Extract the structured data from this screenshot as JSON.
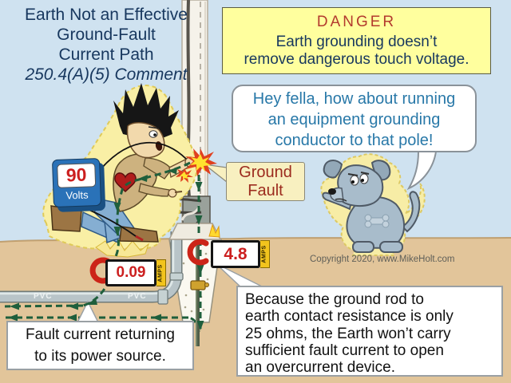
{
  "title": {
    "lines": [
      "Earth Not an Effective",
      "Ground-Fault",
      "Current Path",
      "250.4(A)(5) Comment"
    ]
  },
  "danger": {
    "heading": "DANGER",
    "lines": [
      "Earth grounding doesn’t",
      "remove dangerous touch voltage."
    ]
  },
  "speech": {
    "lines": [
      "Hey fella, how about running",
      "an equipment grounding",
      "conductor to that pole!"
    ]
  },
  "ground_fault_label": {
    "lines": [
      "Ground",
      "Fault"
    ]
  },
  "volt_meter": {
    "value": "90",
    "unit": "Volts"
  },
  "rod_clamp_meter": {
    "value": "4.8",
    "unit": "AMPS"
  },
  "earth_clamp_meter": {
    "value": "0.09",
    "unit": "AMPS"
  },
  "conduit": {
    "label_left": "PVC",
    "label_right": "PVC"
  },
  "copyright": "Copyright 2020, www.MikeHolt.com",
  "fault_return": {
    "lines": [
      "Fault current returning",
      "to its power source."
    ]
  },
  "explanation": {
    "lines": [
      "Because the ground rod to",
      "earth contact resistance is only",
      "25 ohms, the Earth won’t carry",
      "sufficient fault current to open",
      "an overcurrent device."
    ]
  },
  "colors": {
    "sky": "#cfe2f0",
    "earth": "#e2c59a",
    "danger_red": "#b33a2e",
    "navy": "#17375e",
    "speech_blue": "#2878a8",
    "label_red": "#9c2b1e",
    "meter_red": "#cc1f1f",
    "current_green": "#1f5f3c",
    "clamp_yellow": "#f2c41d",
    "glow_yellow": "#f9efa5"
  }
}
